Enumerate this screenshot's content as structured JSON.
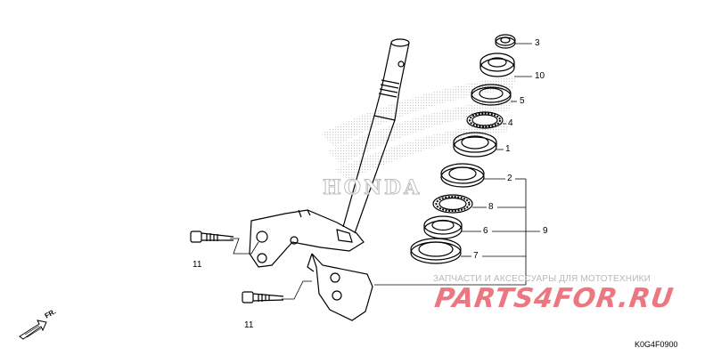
{
  "diagram": {
    "part_labels": [
      {
        "id": "3",
        "text": "3"
      },
      {
        "id": "10",
        "text": "10"
      },
      {
        "id": "5",
        "text": "5"
      },
      {
        "id": "4",
        "text": "4"
      },
      {
        "id": "1",
        "text": "1"
      },
      {
        "id": "2",
        "text": "2"
      },
      {
        "id": "8",
        "text": "8"
      },
      {
        "id": "9",
        "text": "9"
      },
      {
        "id": "6",
        "text": "6"
      },
      {
        "id": "7",
        "text": "7"
      },
      {
        "id": "11a",
        "text": "11"
      },
      {
        "id": "11b",
        "text": "11"
      }
    ],
    "direction_marker": "FR.",
    "diagram_code": "K0G4F0900"
  },
  "watermark": {
    "tagline": "ЗАПЧАСТИ И АКСЕССУАРЫ ДЛЯ МОТОТЕХНИКИ",
    "logo": "PARTS4FOR.RU",
    "brand_mark": "HONDA"
  },
  "colors": {
    "line": "#000000",
    "watermark_gray": "#b8b8b8",
    "logo_red": "#e8606a"
  }
}
